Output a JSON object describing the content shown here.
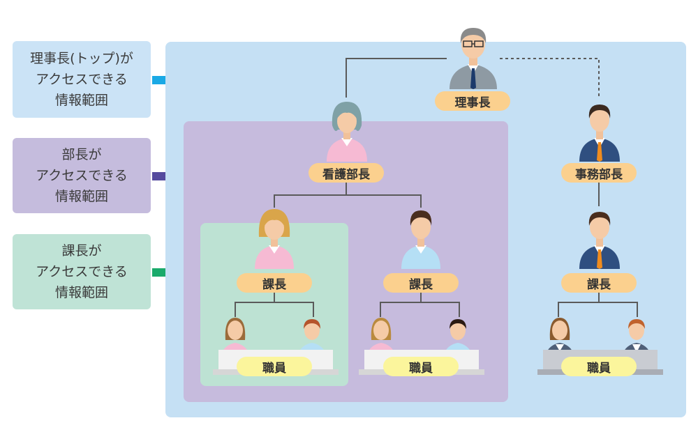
{
  "legend": [
    {
      "text": "理事長(トップ)が\nアクセスできる\n情報範囲"
    },
    {
      "text": "部長が\nアクセスできる\n情報範囲"
    },
    {
      "text": "課長が\nアクセスできる\n情報範囲"
    }
  ],
  "roles": {
    "chairman": "理事長",
    "nursing_director": "看護部長",
    "admin_director": "事務部長",
    "section_chief": "課長",
    "staff": "職員"
  },
  "colors": {
    "legend_blue": "#cbe3f6",
    "legend_purple": "#c5bcdd",
    "legend_green": "#bfe3d6",
    "arrow_blue": "#1aa9e5",
    "arrow_purple": "#554a9e",
    "arrow_green": "#1aaa6b",
    "zone_blue": "#c5e0f4",
    "zone_purple": "#c6bbdd",
    "zone_green": "#bde2d3",
    "tag_orange": "#fbd08e",
    "tag_yellow": "#fbf59c"
  }
}
